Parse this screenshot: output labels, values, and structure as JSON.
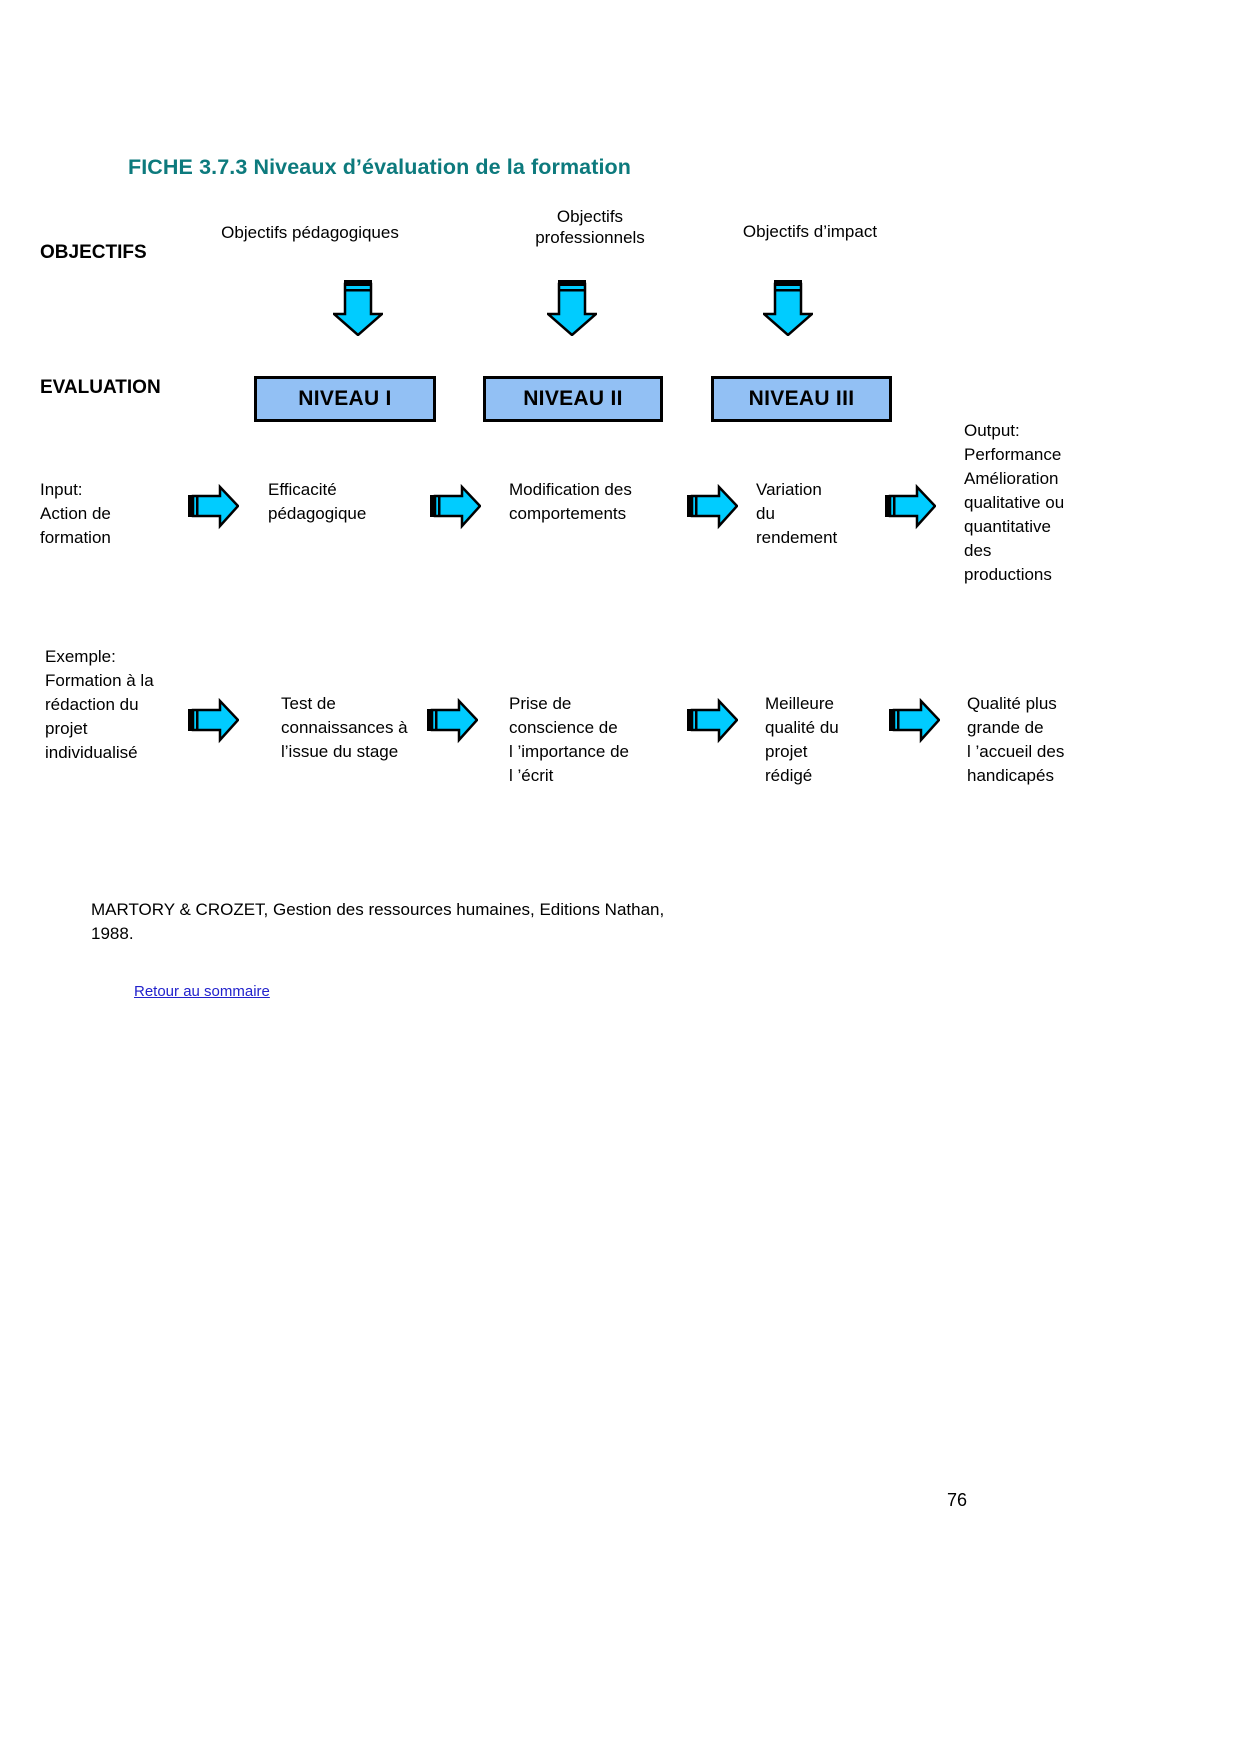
{
  "document": {
    "title": "FICHE 3.7.3 Niveaux d’évaluation de la formation",
    "title_color": "#0d7a7d",
    "page_number": "76"
  },
  "rows": {
    "objectifs_label": "OBJECTIFS",
    "evaluation_label": "EVALUATION"
  },
  "objectives": [
    {
      "caption": "Objectifs pédagogiques"
    },
    {
      "caption": "Objectifs\nprofessionnels"
    },
    {
      "caption": "Objectifs d’impact"
    }
  ],
  "levels": [
    {
      "label": "NIVEAU I"
    },
    {
      "label": "NIVEAU II"
    },
    {
      "label": "NIVEAU III"
    }
  ],
  "flow_rows": [
    {
      "name": "process-flow",
      "cells": [
        "Input:\nAction de\nformation",
        "Efficacité\npédagogique",
        "Modification des\ncomportements",
        "Variation\ndu\nrendement",
        "Output:\nPerformance\nAmélioration\nqualitative ou\nquantitative\ndes\nproductions"
      ]
    },
    {
      "name": "example-flow",
      "cells": [
        "Exemple:\nFormation à la\nrédaction du\nprojet\nindividualisé",
        "Test de\nconnaissances à\nl’issue du stage",
        "Prise de\nconscience de\nl ’importance de\nl ’écrit",
        "Meilleure\nqualité du\nprojet\nrédigé",
        "Qualité plus\ngrande de\nl ’accueil des\nhandicapés"
      ]
    }
  ],
  "footer": {
    "citation": "MARTORY & CROZET, Gestion des ressources humaines, Editions Nathan,\n1988.",
    "back_link": "Retour au sommaire"
  },
  "colors": {
    "arrow_fill": "#00ccff",
    "box_fill": "#92c0f4",
    "stroke": "#000000",
    "link": "#2222cc",
    "title": "#0d7a7d"
  }
}
